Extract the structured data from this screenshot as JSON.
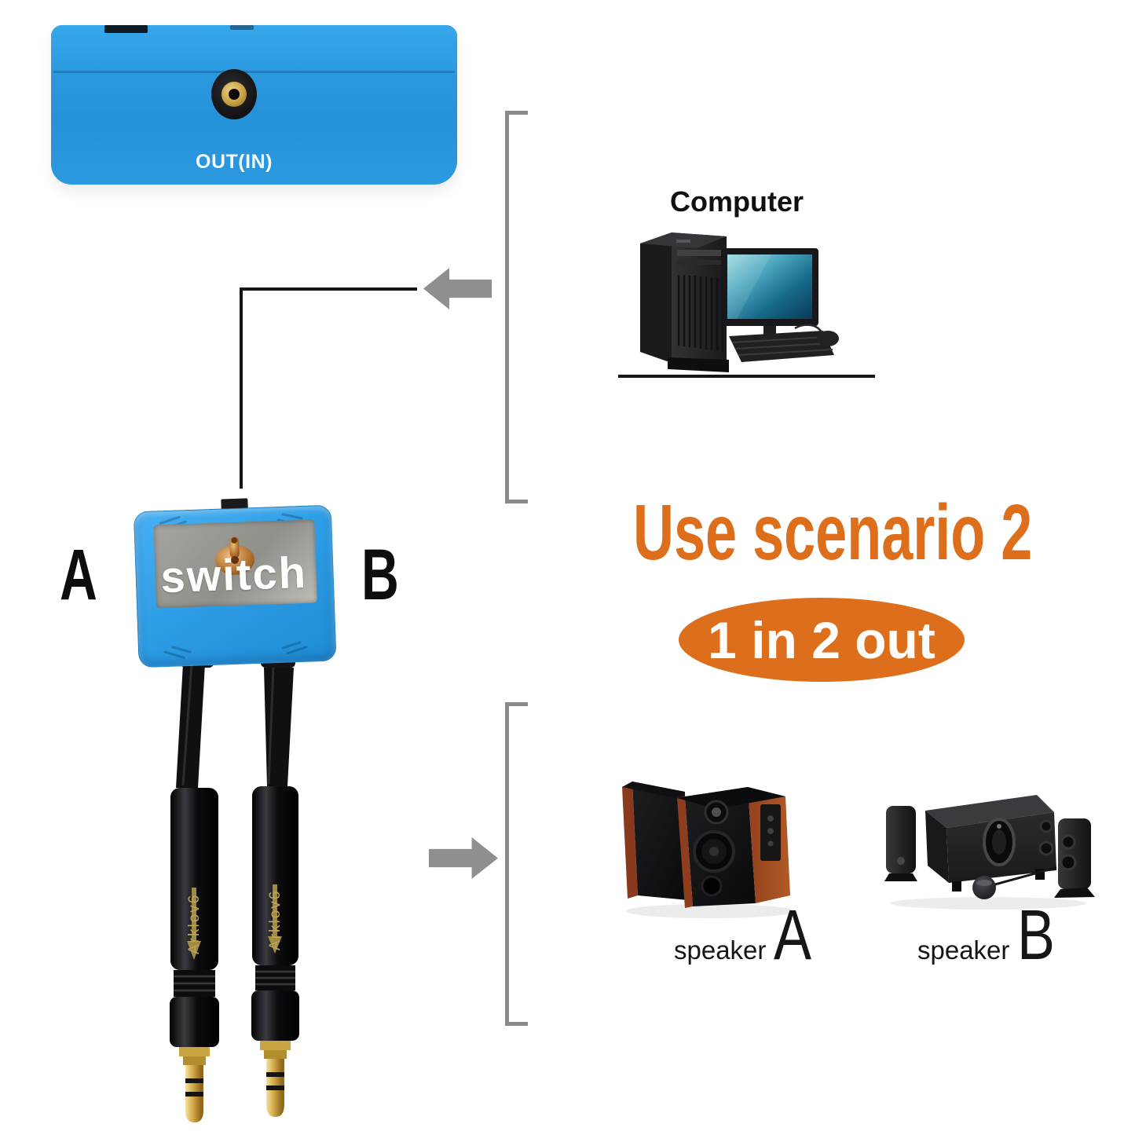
{
  "top_device": {
    "port_label": "OUT(IN)"
  },
  "computer": {
    "label": "Computer"
  },
  "switch_device": {
    "label": "switch",
    "port_a_label": "A",
    "port_b_label": "B"
  },
  "cables": {
    "engraving": "Arklov6"
  },
  "scenario": {
    "title": "Use scenario 2",
    "badge": "1 in 2 out"
  },
  "speakers": {
    "a": {
      "prefix": "speaker",
      "letter": "A"
    },
    "b": {
      "prefix": "speaker",
      "letter": "B"
    }
  },
  "icons": {
    "arrow_into_switch": "left-arrow-shape",
    "arrow_to_speakers": "right-arrow-shape",
    "bracket_top": "square-bracket",
    "bracket_bottom": "square-bracket"
  },
  "colors": {
    "accent_orange": "#DC6E1C",
    "device_blue": "#2D9CE2",
    "arrow_gray": "#8F8F8F",
    "line_black": "#141414"
  }
}
